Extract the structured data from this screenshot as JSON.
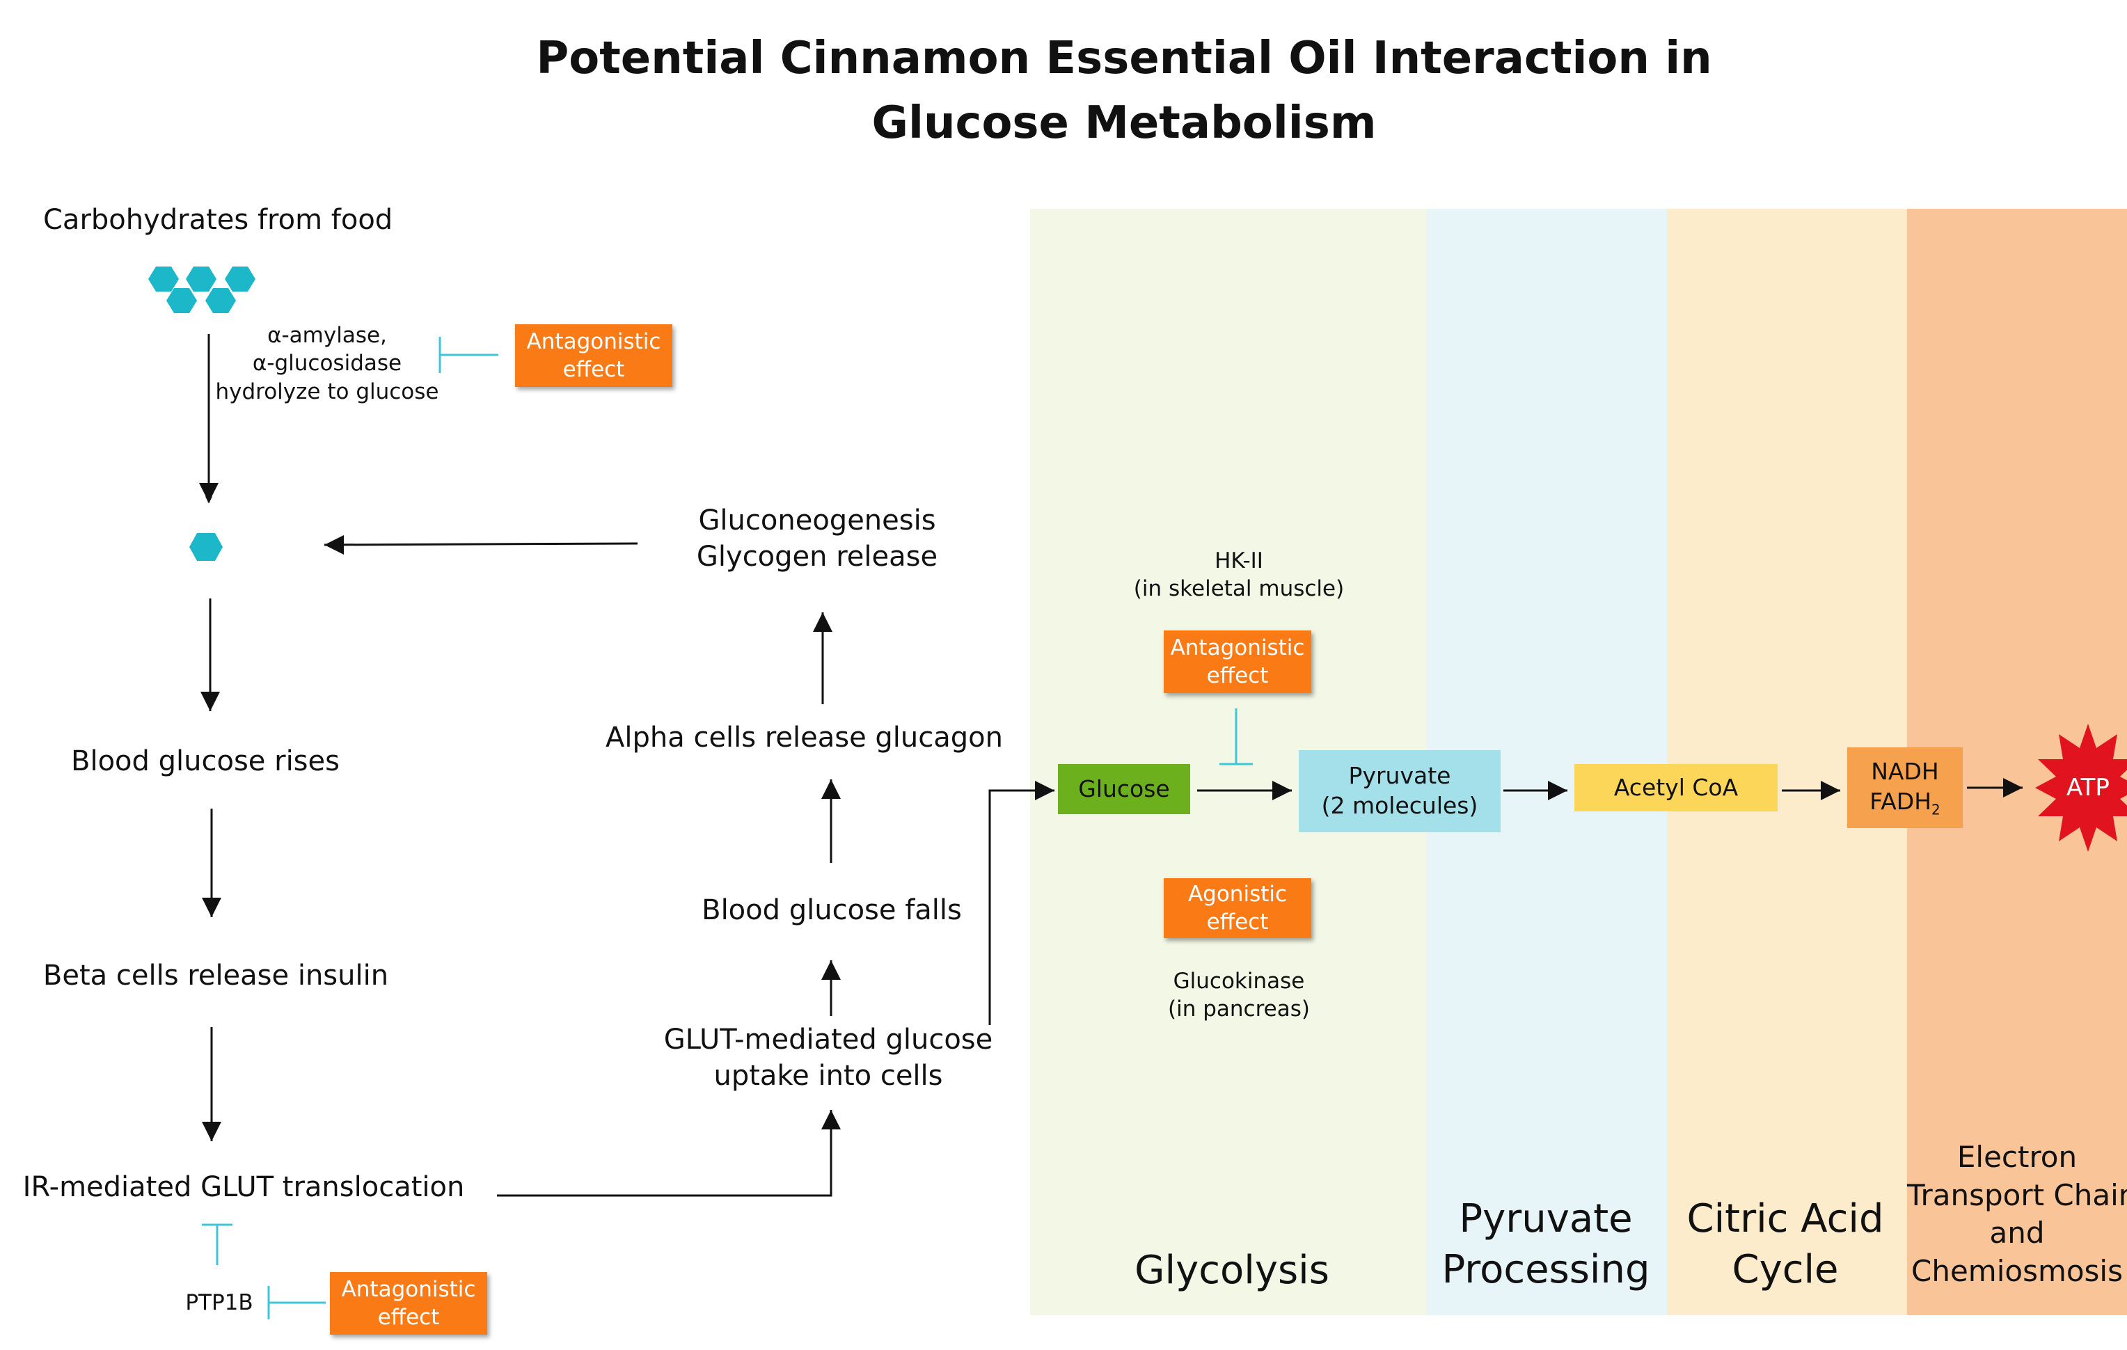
{
  "title": {
    "line1": "Potential Cinnamon Essential Oil Interaction in",
    "line2": "Glucose Metabolism"
  },
  "left_flow": {
    "carbs": "Carbohydrates from food",
    "enzymes": [
      "α-amylase,",
      "α-glucosidase",
      "hydrolyze to glucose"
    ],
    "blood_glucose_rises": "Blood glucose rises",
    "beta_cells": "Beta cells release insulin",
    "ir_glut": "IR-mediated GLUT translocation",
    "ptp1b": "PTP1B"
  },
  "middle_flow": {
    "gluco": [
      "Gluconeogenesis",
      "Glycogen release"
    ],
    "alpha_cells": "Alpha cells release glucagon",
    "blood_glucose_falls": "Blood glucose falls",
    "glut_uptake": [
      "GLUT-mediated glucose",
      "uptake into cells"
    ]
  },
  "effects": {
    "antagonistic": [
      "Antagonistic",
      "effect"
    ],
    "agonistic": [
      "Agonistic",
      "effect"
    ]
  },
  "enzymes_right": {
    "hk2": [
      "HK-II",
      "(in skeletal muscle)"
    ],
    "glucokinase": [
      "Glucokinase",
      "(in pancreas)"
    ]
  },
  "pathway": {
    "glucose": "Glucose",
    "pyruvate": [
      "Pyruvate",
      "(2 molecules)"
    ],
    "acetyl_coa": "Acetyl CoA",
    "nadh": "NADH",
    "fadh2": "FADH",
    "fadh2_sub": "2",
    "atp": "ATP"
  },
  "zones": {
    "glycolysis": "Glycolysis",
    "pyruvate_processing": [
      "Pyruvate",
      "Processing"
    ],
    "citric_acid": [
      "Citric Acid",
      "Cycle"
    ],
    "etc": [
      "Electron",
      "Transport Chain",
      "and",
      "Chemiosmosis"
    ]
  },
  "colors": {
    "glycolysis_band": "#f2f7e6",
    "pyruvate_band": "#e8f5f8",
    "citric_band": "#fdeccc",
    "etc_band": "#f9c498",
    "effect_box": "#fa7b16",
    "inhibit_line": "#3cc6d8",
    "glucose_box": "#6cb01e",
    "pyruvate_box": "#a3e0ea",
    "acetyl_box": "#fcd659",
    "nadh_box": "#f6a14e",
    "atp_star": "#e0131f",
    "hexagon": "#1cb7c9"
  }
}
